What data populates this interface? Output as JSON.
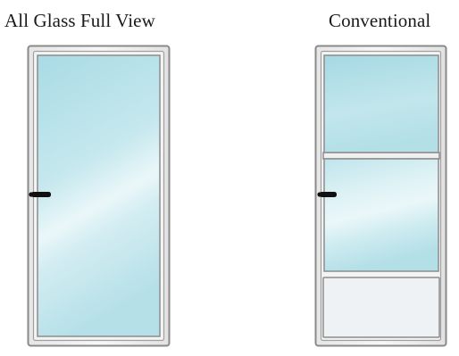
{
  "doors": [
    {
      "label": "All Glass Full View",
      "style": "full-glass",
      "icon": "full-view-storm-door-icon"
    },
    {
      "label": "Conventional",
      "style": "conventional",
      "icon": "conventional-storm-door-icon"
    }
  ],
  "colors": {
    "frame_fill": "#f2f2f2",
    "frame_stroke": "#8a8a8a",
    "glass_light": "#e8f6f8",
    "glass_mid": "#bfe5ec",
    "glass_dark": "#a9dbe5",
    "lower_panel": "#eef2f4",
    "handle": "#111111"
  }
}
